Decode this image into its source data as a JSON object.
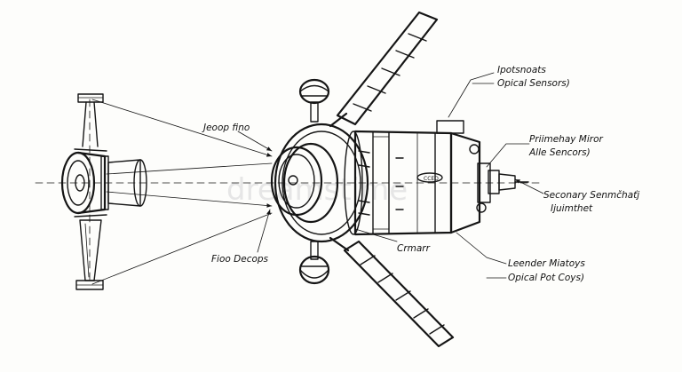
{
  "labels": {
    "jeoop": "Jeoop fino",
    "fioo": "Fioo Decops",
    "crmarr": "Crmarr",
    "ipotsnoats_1": "Ipotsnoats",
    "ipotsnoats_2": "Opical Sensors)",
    "priimehay_1": "Priimehay Miror",
    "priimehay_2": "Alle Sencors)",
    "seconary_1": "Seconary Senmčhaťj",
    "seconary_2": "Ijuimthet",
    "leender_1": "Leender Miatoys",
    "leender_2": "Opical Pot Coys)"
  },
  "module_marking": "CCEO",
  "watermark": "dreamstime",
  "colors": {
    "ink": "#151515",
    "paper": "#fdfdfb"
  }
}
